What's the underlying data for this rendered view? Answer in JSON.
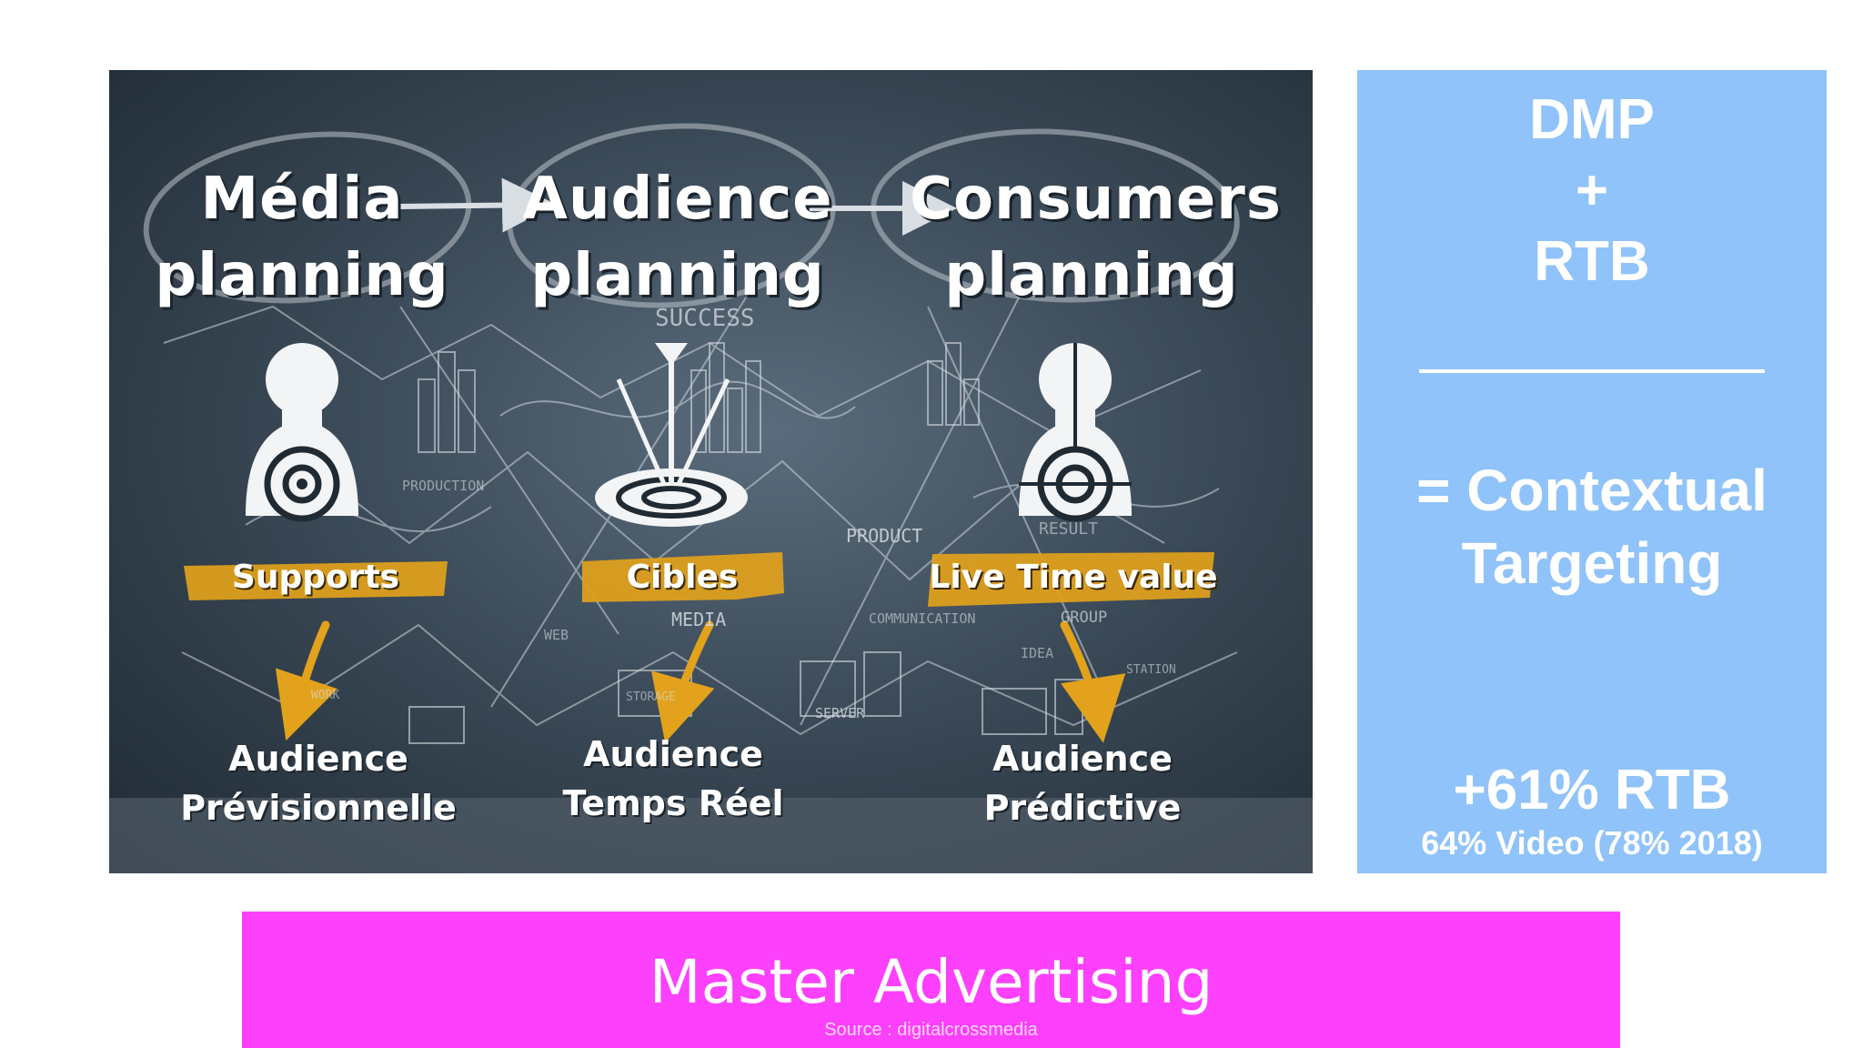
{
  "illustration": {
    "stages": [
      {
        "line1": "Média",
        "line2": "planning"
      },
      {
        "line1": "Audience",
        "line2": "planning"
      },
      {
        "line1": "Consumers",
        "line2": "planning"
      }
    ],
    "tags": [
      "Supports",
      "Cibles",
      "Live Time value"
    ],
    "results": [
      {
        "line1": "Audience",
        "line2": "Prévisionnelle"
      },
      {
        "line1": "Audience",
        "line2": "Temps Réel"
      },
      {
        "line1": "Audience",
        "line2": "Prédictive"
      }
    ],
    "sketch_words": [
      "SUCCESS",
      "PRODUCT",
      "MEDIA",
      "SERVER",
      "GROUP",
      "RESULT",
      "COMMUNICATION",
      "PRODUCTION",
      "WEB",
      "IDEA",
      "STORAGE",
      "STATION",
      "WORK"
    ],
    "accent_color": "#e2a21b"
  },
  "side_panel": {
    "line1": "DMP",
    "line2": "+",
    "line3": "RTB",
    "result_line1": "= Contextual",
    "result_line2": "Targeting",
    "stat_main": "+61% RTB",
    "stat_sub": "64% Video (78% 2018)",
    "background": "#90c3f9"
  },
  "banner": {
    "title": "Master Advertising",
    "source": "Source : digitalcrossmedia",
    "background": "#fd40fc"
  }
}
